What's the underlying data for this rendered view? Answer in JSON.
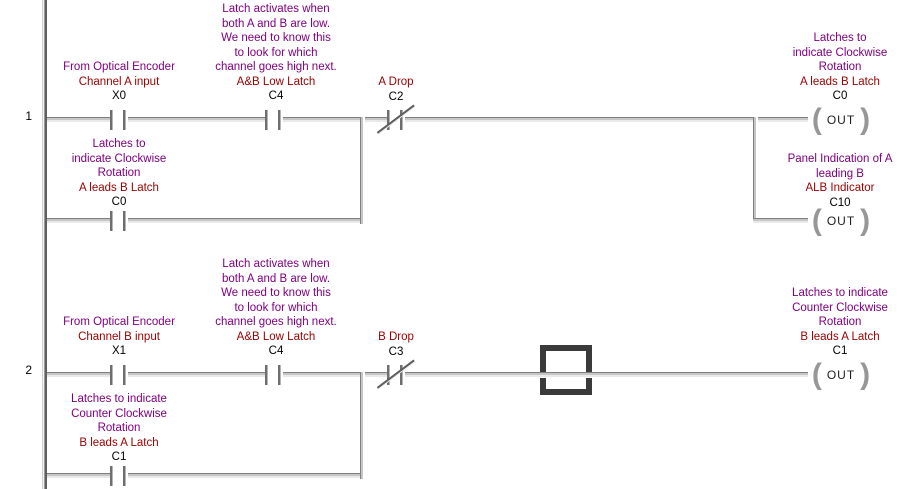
{
  "view": "ladder-logic-program",
  "palette": {
    "background": "#ffffff",
    "description_text": "#800080",
    "nickname_text": "#990000",
    "address_text": "#000000",
    "wire_gray": "#7f7f7f",
    "cursor_border": "#3a3a3a"
  },
  "glyphs": {
    "coil_left": "(",
    "coil_right": ")"
  },
  "rungs": [
    {
      "number": "1",
      "contacts": [
        {
          "address": "X0",
          "nickname": "Channel A input",
          "description": [
            "From Optical Encoder"
          ],
          "type": "normally-open"
        },
        {
          "address": "C4",
          "nickname": "A&B Low Latch",
          "description": [
            "Latch activates when",
            "both A and B are low.",
            "We need to know this",
            "to look for which",
            "channel goes high next."
          ],
          "type": "normally-open"
        },
        {
          "address": "C2",
          "nickname": "A Drop",
          "description": [],
          "type": "normally-closed"
        }
      ],
      "branch_contact": {
        "address": "C0",
        "nickname": "A leads B Latch",
        "description": [
          "Latches to",
          "indicate Clockwise",
          "Rotation"
        ],
        "type": "normally-open"
      },
      "coils": [
        {
          "address": "C0",
          "nickname": "A leads B Latch",
          "description": [
            "Latches to",
            "indicate Clockwise",
            "Rotation"
          ],
          "type": "OUT"
        },
        {
          "address": "C10",
          "nickname": "ALB Indicator",
          "description": [
            "Panel Indication of A",
            "leading B"
          ],
          "type": "OUT"
        }
      ]
    },
    {
      "number": "2",
      "contacts": [
        {
          "address": "X1",
          "nickname": "Channel B input",
          "description": [
            "From Optical Encoder"
          ],
          "type": "normally-open"
        },
        {
          "address": "C4",
          "nickname": "A&B Low Latch",
          "description": [
            "Latch activates when",
            "both A and B are low.",
            "We need to know this",
            "to look for which",
            "channel goes high next."
          ],
          "type": "normally-open"
        },
        {
          "address": "C3",
          "nickname": "B Drop",
          "description": [],
          "type": "normally-closed"
        }
      ],
      "branch_contact": {
        "address": "C1",
        "nickname": "B leads A Latch",
        "description": [
          "Latches to indicate",
          "Counter Clockwise",
          "Rotation"
        ],
        "type": "normally-open"
      },
      "coils": [
        {
          "address": "C1",
          "nickname": "B leads A Latch",
          "description": [
            "Latches to indicate",
            "Counter Clockwise",
            "Rotation"
          ],
          "type": "OUT"
        }
      ]
    }
  ]
}
